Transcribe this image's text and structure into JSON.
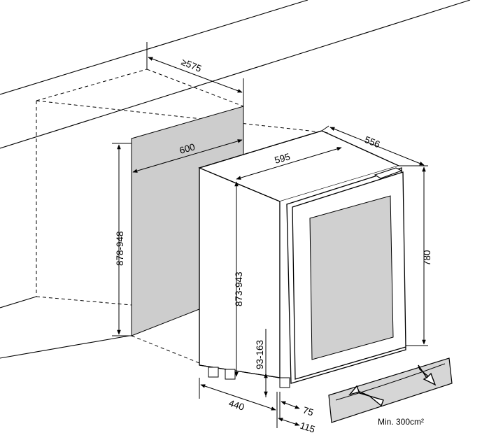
{
  "diagram": {
    "dimensions": {
      "niche_depth": "≥575",
      "niche_width": "600",
      "niche_height": "878-948",
      "unit_width": "595",
      "unit_depth": "556",
      "unit_height": "873-943",
      "door_height": "780",
      "plinth_height": "93-163",
      "foot_depth": "440",
      "plinth_offset": "75",
      "plinth_recess": "115"
    },
    "ventilation_note": "Min. 300cm²"
  }
}
